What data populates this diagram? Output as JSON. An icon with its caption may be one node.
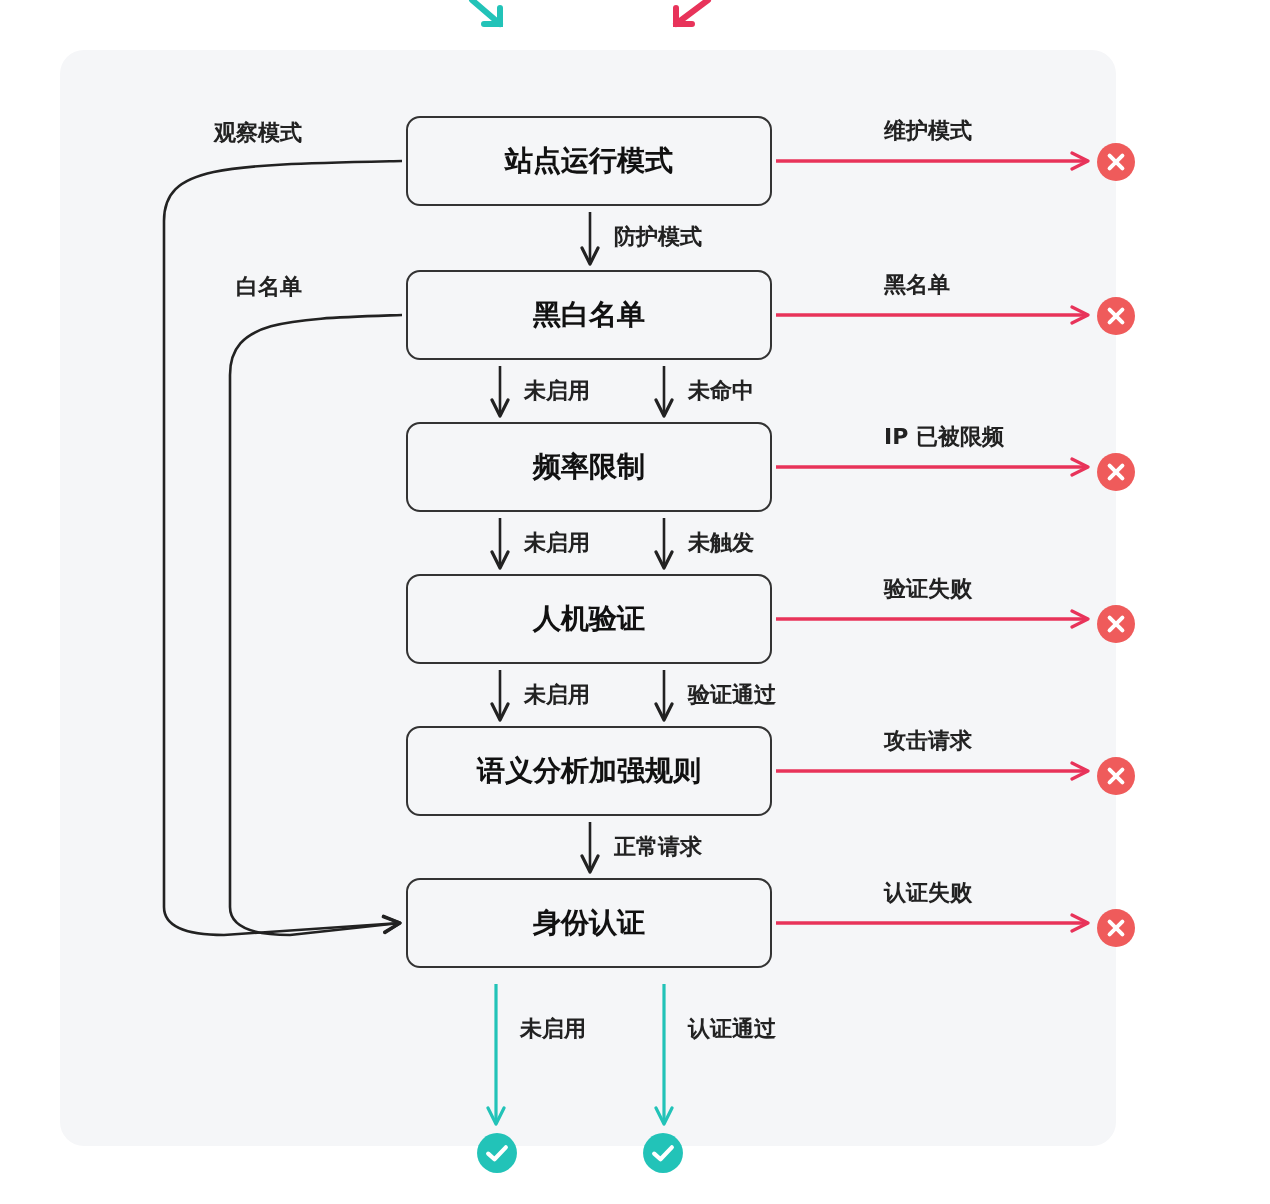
{
  "diagram": {
    "nodes": [
      {
        "text": [
          "站点运行模式"
        ]
      },
      {
        "text": [
          "黑白名单"
        ]
      },
      {
        "text": [
          "频率限制"
        ]
      },
      {
        "text": [
          "人机验证"
        ]
      },
      {
        "text": [
          "语义分析加强规则"
        ]
      },
      {
        "text": [
          "身份认证"
        ]
      },
      {
        "text": [],
        "shape": "circle"
      },
      {
        "text": [],
        "shape": "circle"
      },
      {
        "text": [],
        "shape": "circle"
      },
      {
        "text": [],
        "shape": "circle"
      },
      {
        "text": [],
        "shape": "circle"
      },
      {
        "text": [],
        "shape": "circle"
      },
      {
        "text": [],
        "shape": "circle"
      },
      {
        "text": [],
        "shape": "circle"
      }
    ],
    "edges": [
      {
        "from": 0,
        "to": 1,
        "arrow": "to",
        "label": "防护模式"
      },
      {
        "from": 1,
        "to": 2,
        "arrow": "to",
        "label": "未启用"
      },
      {
        "from": 1,
        "to": 2,
        "arrow": "to",
        "label": "未命中"
      },
      {
        "from": 2,
        "to": 3,
        "arrow": "to",
        "label": "未启用"
      },
      {
        "from": 2,
        "to": 3,
        "arrow": "to",
        "label": "未触发"
      },
      {
        "from": 3,
        "to": 4,
        "arrow": "to",
        "label": "未启用"
      },
      {
        "from": 3,
        "to": 4,
        "arrow": "to",
        "label": "验证通过"
      },
      {
        "from": 4,
        "to": 5,
        "arrow": "to",
        "label": "正常请求"
      },
      {
        "from": 5,
        "to": 12,
        "arrow": "to",
        "label": "未启用",
        "color": "#22c3b8"
      },
      {
        "from": 5,
        "to": 13,
        "arrow": "to",
        "label": "认证通过",
        "color": "#22c3b8"
      },
      {
        "from": 0,
        "to": 6,
        "arrow": "to",
        "label": "维护模式",
        "color": "#e8335a"
      },
      {
        "from": 1,
        "to": 7,
        "arrow": "to",
        "label": "黑名单",
        "color": "#e8335a"
      },
      {
        "from": 2,
        "to": 8,
        "arrow": "to",
        "label": "IP 已被限频",
        "color": "#e8335a"
      },
      {
        "from": 3,
        "to": 9,
        "arrow": "to",
        "label": "验证失败",
        "color": "#e8335a"
      },
      {
        "from": 4,
        "to": 10,
        "arrow": "to",
        "label": "攻击请求",
        "color": "#e8335a"
      },
      {
        "from": 5,
        "to": 11,
        "arrow": "to",
        "label": "认证失败",
        "color": "#e8335a"
      },
      {
        "from": 0,
        "to": 5,
        "arrow": "to",
        "label": "观察模式"
      },
      {
        "from": 1,
        "to": 5,
        "arrow": "to",
        "label": "白名单"
      }
    ]
  }
}
